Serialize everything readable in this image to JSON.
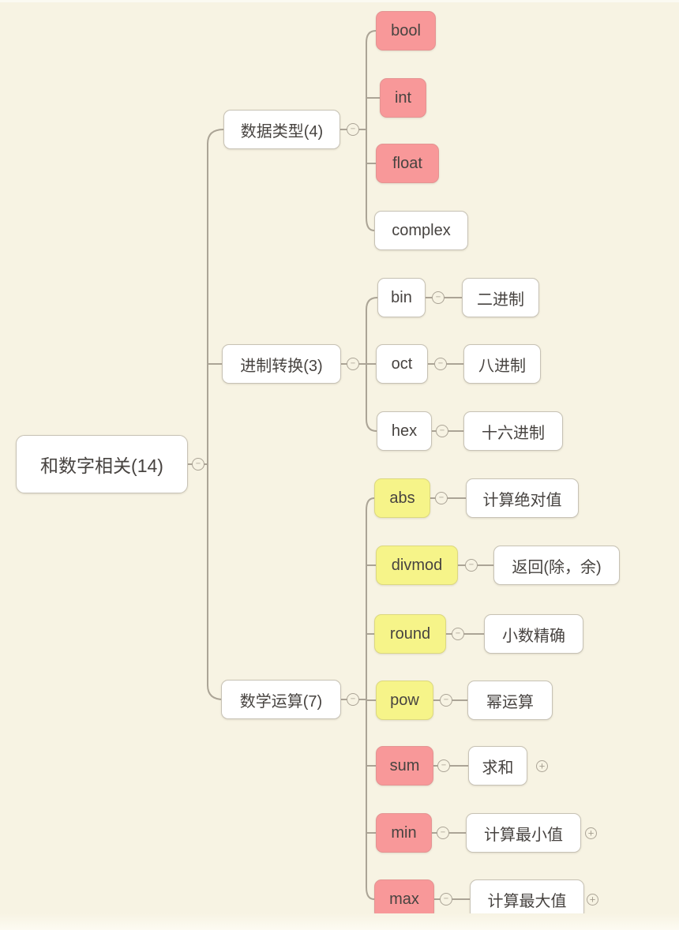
{
  "title": "和数字相关 mind map",
  "colors": {
    "background": "#f7f3e3",
    "node_red": "#f89899",
    "node_yellow": "#f6f489",
    "node_white": "#ffffff",
    "line": "#aba496",
    "text": "#474340"
  },
  "icons": {
    "collapse": "−",
    "expand": "+"
  },
  "root": {
    "label": "和数字相关(14)"
  },
  "branches": [
    {
      "label": "数据类型(4)",
      "children": [
        {
          "label": "bool",
          "color": "red"
        },
        {
          "label": "int",
          "color": "red"
        },
        {
          "label": "float",
          "color": "red"
        },
        {
          "label": "complex",
          "color": "white"
        }
      ]
    },
    {
      "label": "进制转换(3)",
      "children": [
        {
          "label": "bin",
          "color": "white",
          "desc": "二进制"
        },
        {
          "label": "oct",
          "color": "white",
          "desc": "八进制"
        },
        {
          "label": "hex",
          "color": "white",
          "desc": "十六进制"
        }
      ]
    },
    {
      "label": "数学运算(7)",
      "children": [
        {
          "label": "abs",
          "color": "yellow",
          "desc": "计算绝对值"
        },
        {
          "label": "divmod",
          "color": "yellow",
          "desc": "返回(除，余)"
        },
        {
          "label": "round",
          "color": "yellow",
          "desc": "小数精确"
        },
        {
          "label": "pow",
          "color": "yellow",
          "desc": "幂运算"
        },
        {
          "label": "sum",
          "color": "red",
          "desc": "求和",
          "expandable": true
        },
        {
          "label": "min",
          "color": "red",
          "desc": "计算最小值",
          "expandable": true
        },
        {
          "label": "max",
          "color": "red",
          "desc": "计算最大值",
          "expandable": true
        }
      ]
    }
  ]
}
